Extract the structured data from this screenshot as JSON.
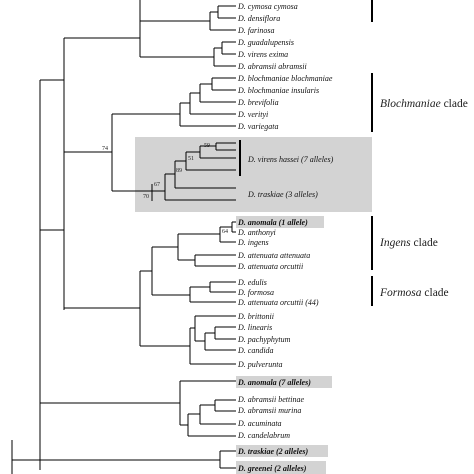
{
  "taxa": [
    {
      "text": "D. cymosa cymosa",
      "highlight": false
    },
    {
      "text": "D. densiflora",
      "highlight": false
    },
    {
      "text": "D. farinosa",
      "highlight": false
    },
    {
      "text": "D. guadalupensis",
      "highlight": false
    },
    {
      "text": "D. virens exima",
      "highlight": false
    },
    {
      "text": "D. abramsii abramsii",
      "highlight": false
    },
    {
      "text": "D. blochmaniae blochmaniae",
      "highlight": false
    },
    {
      "text": "D. blochmaniae insularis",
      "highlight": false
    },
    {
      "text": "D. brevifolia",
      "highlight": false
    },
    {
      "text": "D. verityi",
      "highlight": false
    },
    {
      "text": "D. variegata",
      "highlight": false
    },
    {
      "text": "D. virens hassei (7 alleles)",
      "highlight": false
    },
    {
      "text": "D. traskiae (3 alleles)",
      "highlight": false
    },
    {
      "text": "D. anomala (1 allele)",
      "highlight": true
    },
    {
      "text": "D. anthonyi",
      "highlight": false
    },
    {
      "text": "D. ingens",
      "highlight": false
    },
    {
      "text": "D. attenuata attenuata",
      "highlight": false
    },
    {
      "text": "D. attenuata orcuttii",
      "highlight": false
    },
    {
      "text": "D. edulis",
      "highlight": false
    },
    {
      "text": "D. formosa",
      "highlight": false
    },
    {
      "text": "D. attenuata orcuttii (44)",
      "highlight": false
    },
    {
      "text": "D. brittonii",
      "highlight": false
    },
    {
      "text": "D. linearis",
      "highlight": false
    },
    {
      "text": "D. pachyphytum",
      "highlight": false
    },
    {
      "text": "D. candida",
      "highlight": false
    },
    {
      "text": "D. pulverunta",
      "highlight": false
    },
    {
      "text": "D. anomala (7 alleles)",
      "highlight": true
    },
    {
      "text": "D. abramsii bettinae",
      "highlight": false
    },
    {
      "text": "D. abramsii murina",
      "highlight": false
    },
    {
      "text": "D. acuminata",
      "highlight": false
    },
    {
      "text": "D. candelabrum",
      "highlight": false
    },
    {
      "text": "D. traskiae (2 alleles)",
      "highlight": true
    },
    {
      "text": "D. greenei (2 alleles)",
      "highlight": true
    }
  ],
  "clade_labels": {
    "blochmaniae": {
      "italic": "Blochmaniae",
      "suffix": " clade"
    },
    "ingens": {
      "italic": "Ingens",
      "suffix": " clade"
    },
    "formosa": {
      "italic": "Formosa",
      "suffix": " clade"
    }
  },
  "support_values": [
    "74",
    "59",
    "51",
    "89",
    "67",
    "70",
    "64"
  ],
  "colors": {
    "highlight_box": "#d3d3d3",
    "line": "#000000",
    "text": "#111111"
  }
}
